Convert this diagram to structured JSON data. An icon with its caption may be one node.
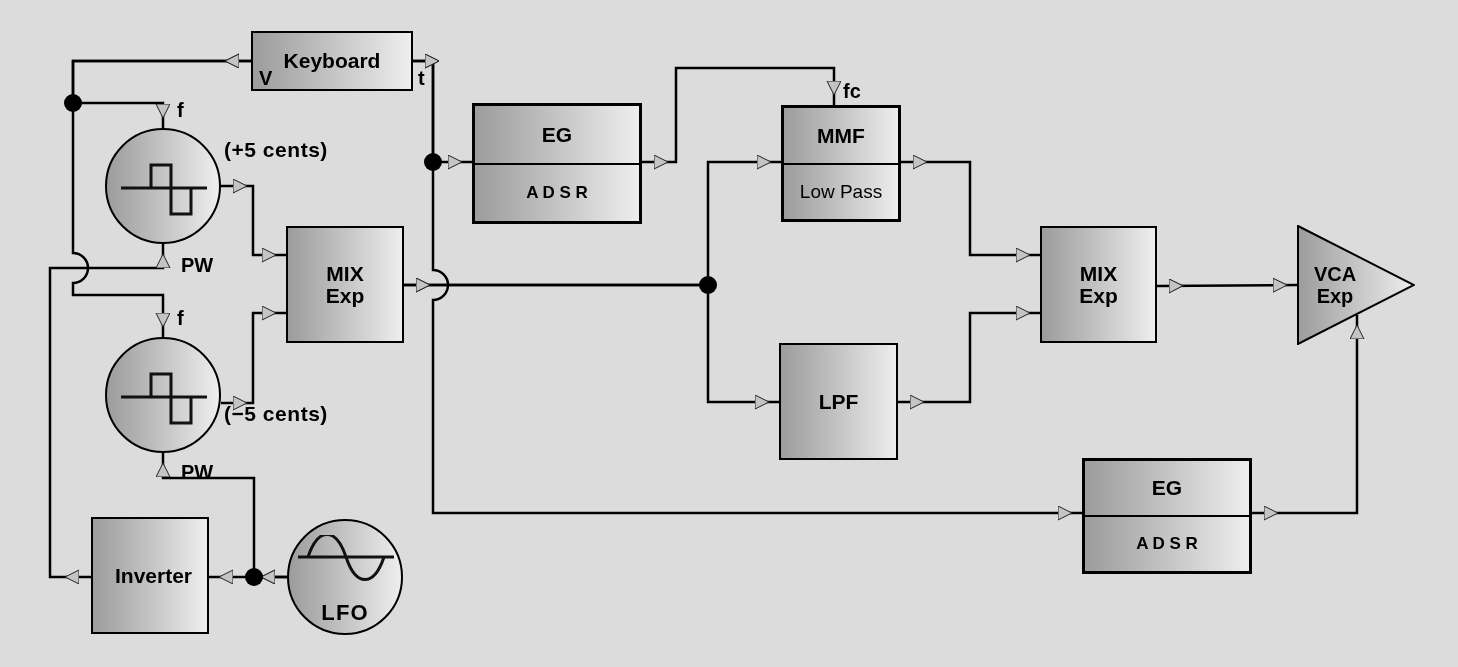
{
  "diagram": {
    "nodes": [
      {
        "text": [
          "Keyboard"
        ]
      },
      {
        "text": [],
        "shape": "circle",
        "beside": [
          "(+5 cents)"
        ]
      },
      {
        "text": [],
        "shape": "circle",
        "beside": [
          "(−5 cents)"
        ]
      },
      {
        "text": [
          "MIX Exp"
        ]
      },
      {
        "text": [
          "EG",
          "A D S R"
        ]
      },
      {
        "text": [
          "MMF",
          "Low Pass"
        ]
      },
      {
        "text": [
          "LPF"
        ]
      },
      {
        "text": [
          "MIX Exp"
        ]
      },
      {
        "text": [
          "VCA Exp"
        ]
      },
      {
        "text": [
          "EG",
          "A D S R"
        ]
      },
      {
        "text": [
          "Inverter"
        ]
      },
      {
        "text": [
          "LFO"
        ]
      }
    ],
    "edges": [
      {
        "from": 0,
        "to": 1,
        "arrow": "to"
      },
      {
        "from": 0,
        "to": 2,
        "arrow": "to"
      },
      {
        "from": 0,
        "to": 4,
        "arrow": "to"
      },
      {
        "from": 0,
        "to": 9,
        "arrow": "to"
      },
      {
        "from": 1,
        "to": 3,
        "arrow": "to"
      },
      {
        "from": 2,
        "to": 3,
        "arrow": "to"
      },
      {
        "from": 3,
        "to": 5,
        "arrow": "to"
      },
      {
        "from": 3,
        "to": 6,
        "arrow": "to"
      },
      {
        "from": 4,
        "to": 5,
        "arrow": "to"
      },
      {
        "from": 5,
        "to": 7,
        "arrow": "to"
      },
      {
        "from": 6,
        "to": 7,
        "arrow": "to"
      },
      {
        "from": 7,
        "to": 8,
        "arrow": "to"
      },
      {
        "from": 9,
        "to": 8,
        "arrow": "to"
      },
      {
        "from": 11,
        "to": 10,
        "arrow": "to"
      },
      {
        "from": 11,
        "to": 2,
        "arrow": "to"
      },
      {
        "from": 10,
        "to": 1,
        "arrow": "to"
      }
    ],
    "labels": [
      "V",
      "t",
      "f",
      "fc",
      "PW",
      "f",
      "PW"
    ]
  }
}
